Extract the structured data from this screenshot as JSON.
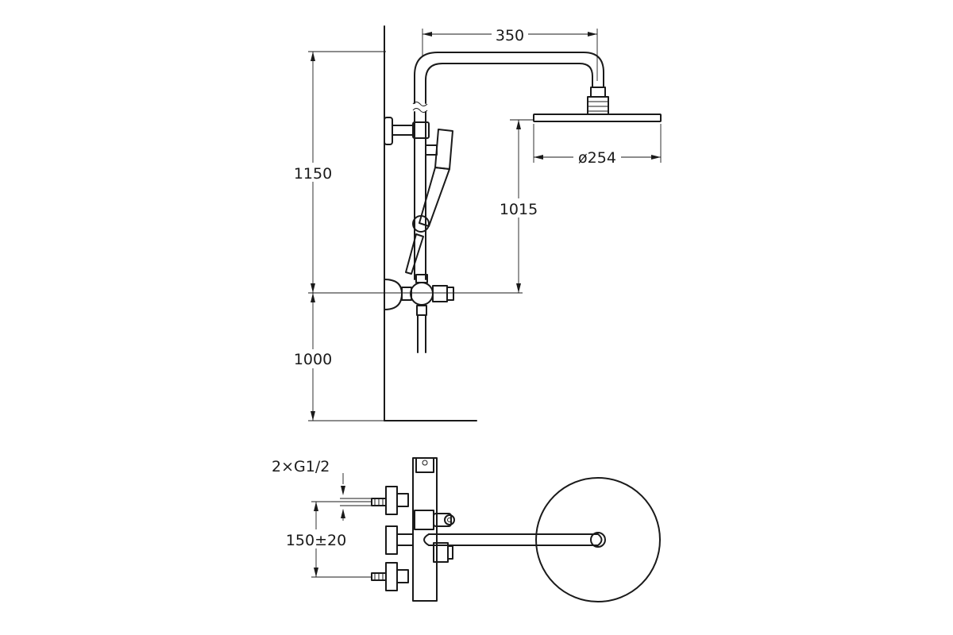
{
  "dimensions": {
    "arm_length": "350",
    "head_diameter": "ø254",
    "total_height": "1150",
    "head_height": "1015",
    "valve_height": "1000",
    "inlet_thread": "2×G1/2",
    "inlet_spacing": "150±20"
  }
}
